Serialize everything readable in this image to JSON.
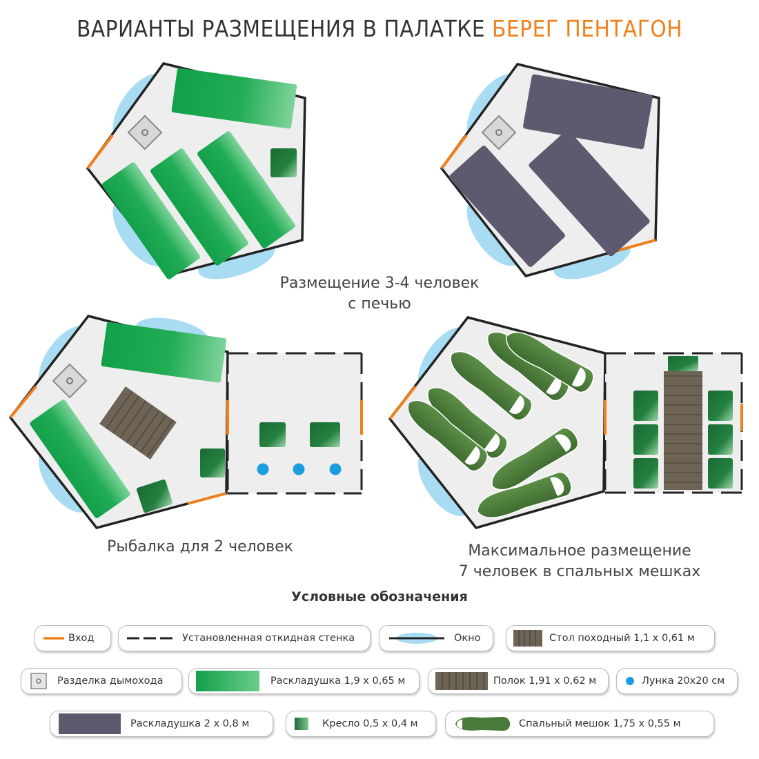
{
  "header": {
    "title_main": "ВАРИАНТЫ РАЗМЕЩЕНИЯ В ПАЛАТКЕ",
    "title_accent": "БЕРЕГ ПЕНТАГОН"
  },
  "captions": {
    "top_line1": "Размещение 3-4 человек",
    "top_line2": "с печью",
    "fishing": "Рыбалка для 2 человек",
    "max_line1": "Максимальное размещение",
    "max_line2": "7 человек в спальных мешках"
  },
  "legend": {
    "title": "Условные обозначения",
    "items": {
      "entrance": "Вход",
      "wall": "Установленная откидная стенка",
      "window": "Окно",
      "table": "Стол походный 1,1 х 0,61 м",
      "chimney": "Разделка дымохода",
      "cot_green": "Раскладушка 1,9 х 0,65 м",
      "shelf": "Полок 1,91 х 0,62 м",
      "hole": "Лунка 20х20 см",
      "cot_gray": "Раскладушка 2 х 0,8 м",
      "chair": "Кресло 0,5 х 0,4 м",
      "sleeping_bag": "Спальный мешок 1,75 х 0,55 м"
    }
  },
  "colors": {
    "accent": "#f07f19",
    "window": "#a8dcf2",
    "floor": "#eeeeee",
    "cot_green": "#1aa04a",
    "cot_gray": "#5d5a70",
    "chair": "#1f6e36",
    "shelf": "#6e6456",
    "hole": "#1a9ee0",
    "sleeping_bag": "#4a7a3a"
  },
  "icons": [
    "chimney-icon",
    "entrance-line-icon",
    "wall-dashed-icon",
    "window-icon",
    "table-icon",
    "cot-icon",
    "shelf-icon",
    "hole-icon",
    "chair-icon",
    "sleeping-bag-icon"
  ]
}
